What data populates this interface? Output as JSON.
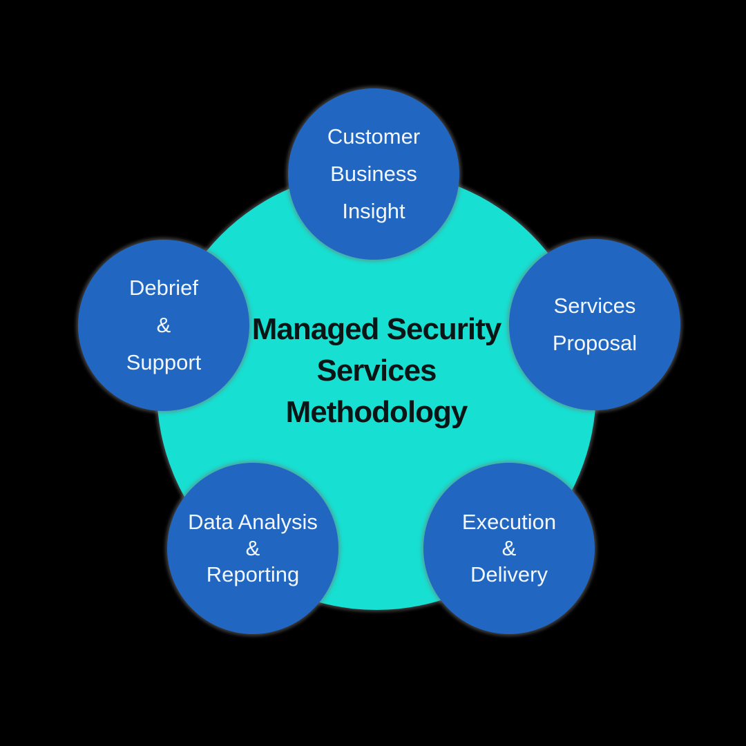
{
  "colors": {
    "background": "#000000",
    "center-fill": "#17DFD1",
    "node-fill": "#2167C2",
    "title-text": "#0B1515",
    "node-text": "#F2F7FD",
    "halo": "rgba(120,120,120,0.5)"
  },
  "diagram": {
    "title": "Managed Security Services Methodology",
    "title_lines": [
      "Managed Security",
      "Services",
      "Methodology"
    ],
    "nodes": [
      {
        "id": "customer-business-insight",
        "label": "Customer Business Insight",
        "lines": [
          "Customer",
          "Business",
          "Insight"
        ]
      },
      {
        "id": "services-proposal",
        "label": "Services Proposal",
        "lines": [
          "Services",
          "Proposal"
        ]
      },
      {
        "id": "execution-delivery",
        "label": "Execution & Delivery",
        "lines": [
          "Execution",
          "&",
          "Delivery"
        ]
      },
      {
        "id": "data-analysis-reporting",
        "label": "Data Analysis & Reporting",
        "lines": [
          "Data Analysis",
          "&",
          "Reporting"
        ]
      },
      {
        "id": "debrief-support",
        "label": "Debrief & Support",
        "lines": [
          "Debrief",
          "&",
          "Support"
        ]
      }
    ]
  }
}
